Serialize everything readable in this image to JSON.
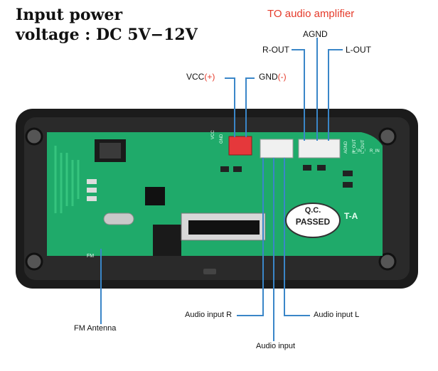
{
  "header": {
    "power_line1": "Input power",
    "power_line2": "voltage : DC 5V−12V",
    "amplifier_title": "TO audio amplifier"
  },
  "labels": {
    "agnd": "AGND",
    "r_out": "R-OUT",
    "l_out": "L-OUT",
    "vcc": "VCC",
    "vcc_sign": "(+)",
    "gnd": "GND",
    "gnd_sign": "(-)",
    "fm_antenna": "FM Antenna",
    "audio_input_r": "Audio input R",
    "audio_input": "Audio input",
    "audio_input_l": "Audio input L"
  },
  "board": {
    "stamp_line1": "Q.C.",
    "stamp_line2": "PASSED",
    "silk_vcc": "VCC",
    "silk_gnd": "GND",
    "silk_agnd": "AGND",
    "silk_rout": "R_OUT",
    "silk_lout": "L_OUT",
    "silk_lin": "L_IN",
    "silk_rin": "R_IN",
    "silk_fm": "FM",
    "silk_ta": "T-A"
  },
  "colors": {
    "leader": "#3a86c8",
    "accent_red": "#e53a2a",
    "pcb": "#1faa6a",
    "frame": "#1a1a1a"
  }
}
